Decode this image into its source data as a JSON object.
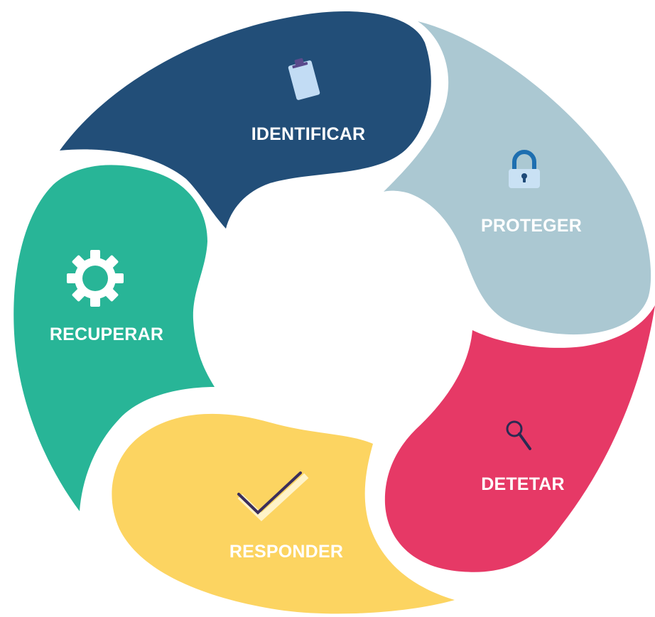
{
  "diagram": {
    "segments": [
      {
        "key": "identify",
        "label": "IDENTIFICAR",
        "color": "#224E78",
        "icon": "clipboard-icon"
      },
      {
        "key": "protect",
        "label": "PROTEGER",
        "color": "#ABC8D2",
        "icon": "padlock-icon"
      },
      {
        "key": "detect",
        "label": "DETETAR",
        "color": "#E63966",
        "icon": "magnifier-icon"
      },
      {
        "key": "respond",
        "label": "RESPONDER",
        "color": "#FCD461",
        "icon": "checkmark-icon"
      },
      {
        "key": "recover",
        "label": "RECUPERAR",
        "color": "#28B597",
        "icon": "gear-icon"
      }
    ]
  }
}
